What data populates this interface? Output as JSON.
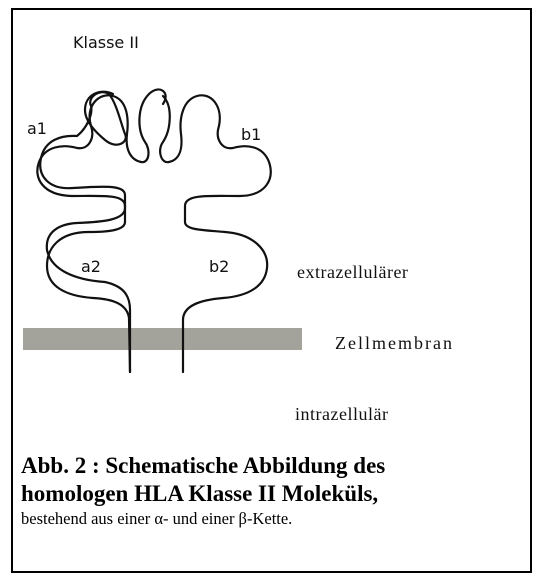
{
  "diagram": {
    "title": "Klasse II",
    "domains": {
      "a1": "a1",
      "b1": "b1",
      "a2": "a2",
      "b2": "b2"
    },
    "regions": {
      "extracellular": "extrazellulärer",
      "membrane": "Zellmembran",
      "intracellular": "intrazellulär"
    },
    "colors": {
      "membrane": "#a3a39b",
      "outline": "#111111"
    }
  },
  "caption": {
    "line1": "Abb. 2 : Schematische Abbildung des",
    "line2": "homologen HLA Klasse II Moleküls,",
    "line3": "bestehend aus einer α- und einer β-Kette."
  }
}
